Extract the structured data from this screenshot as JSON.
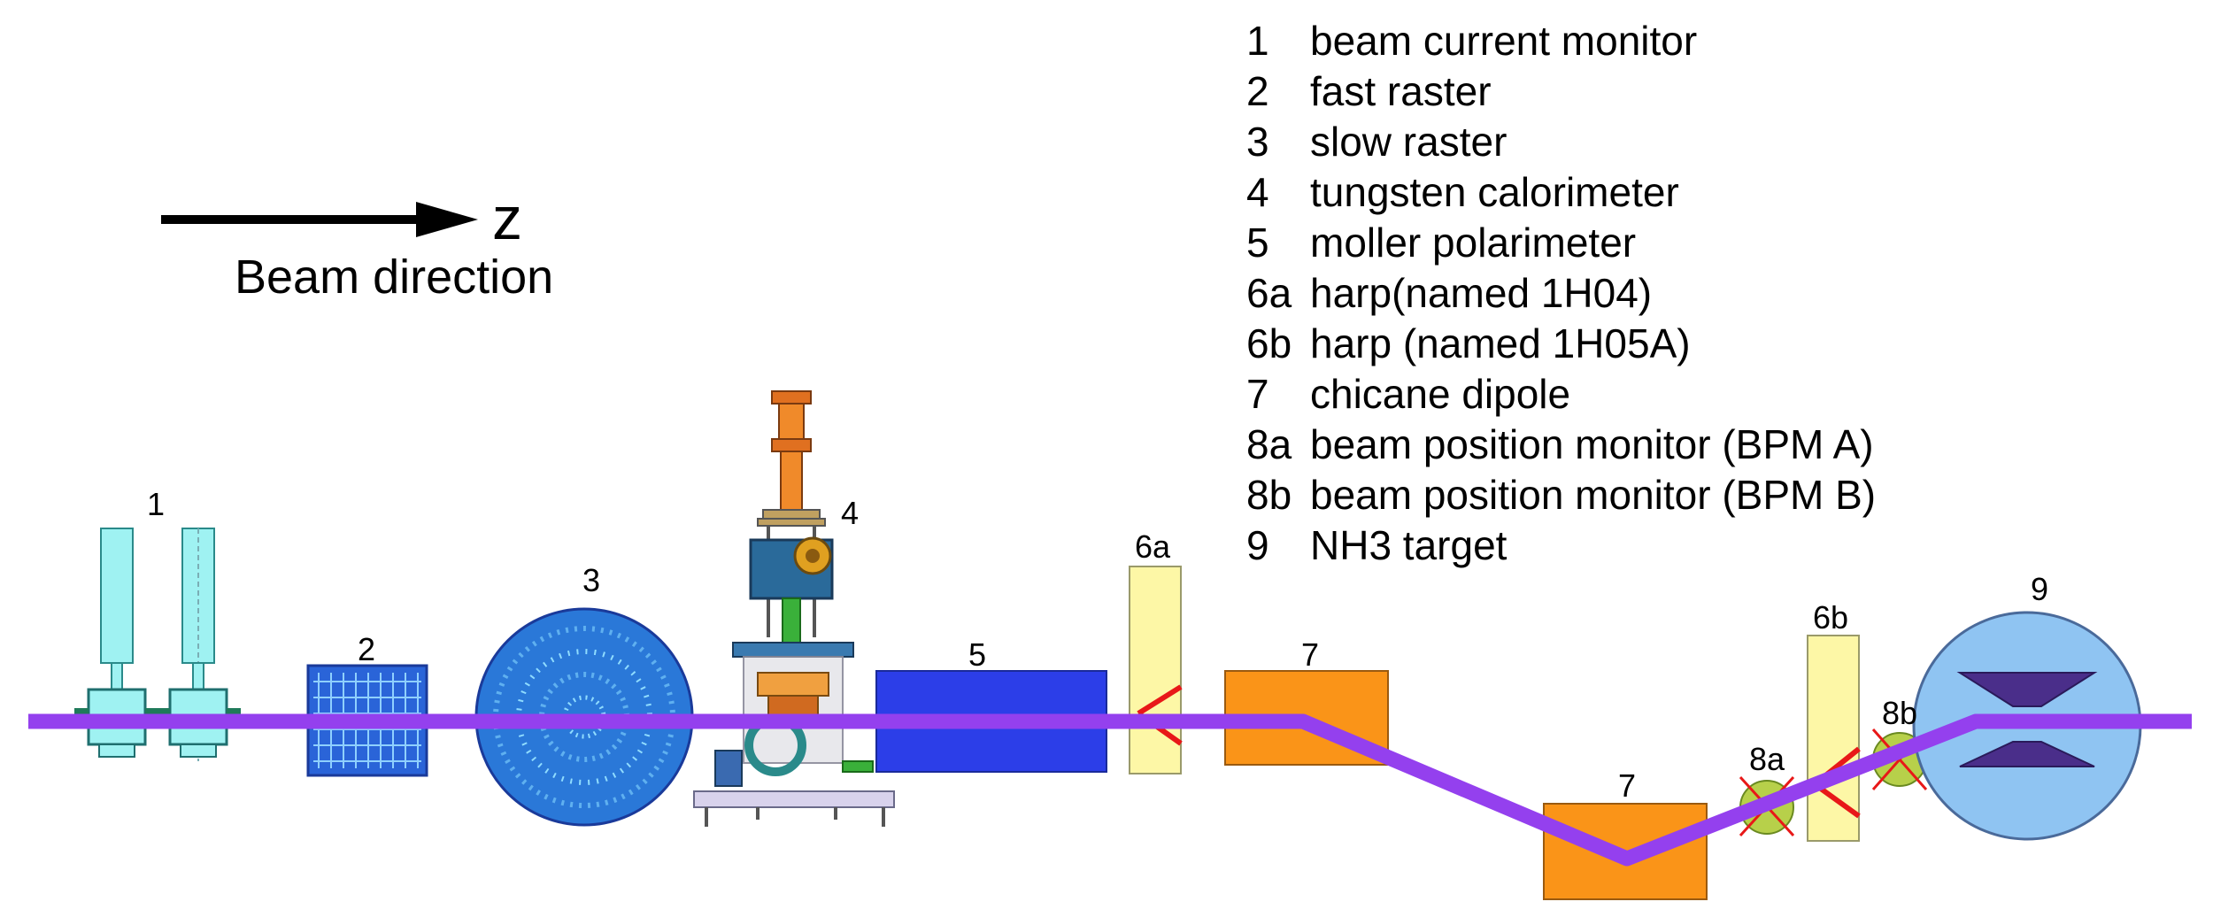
{
  "direction": {
    "axis": "z",
    "caption": "Beam direction"
  },
  "legend": [
    {
      "key": "1",
      "text": "beam current monitor"
    },
    {
      "key": "2",
      "text": "fast raster"
    },
    {
      "key": "3",
      "text": "slow raster"
    },
    {
      "key": "4",
      "text": "tungsten calorimeter"
    },
    {
      "key": "5",
      "text": "moller polarimeter"
    },
    {
      "key": "6a",
      "text": "harp(named 1H04)"
    },
    {
      "key": "6b",
      "text": "harp (named 1H05A)"
    },
    {
      "key": "7",
      "text": "chicane dipole"
    },
    {
      "key": "8a",
      "text": "beam position monitor (BPM A)"
    },
    {
      "key": "8b",
      "text": "beam position monitor (BPM B)"
    },
    {
      "key": "9",
      "text": "NH3 target"
    }
  ],
  "labels": {
    "bcm": "1",
    "fast_raster": "2",
    "slow_raster": "3",
    "calorimeter": "4",
    "moller": "5",
    "harp_a": "6a",
    "harp_b": "6b",
    "dipole_1": "7",
    "dipole_2": "7",
    "bpm_a": "8a",
    "bpm_b": "8b",
    "target": "9"
  },
  "colors": {
    "beam": "#9440ee",
    "bcm": "#9ff2f2",
    "raster": "#2a64d8",
    "moller": "#2c3ee8",
    "harp": "#fdf7a6",
    "harp_cross": "#e81818",
    "dipole": "#fa9418",
    "bpm": "#b7d04a",
    "target": "#8fc4f2",
    "target_core": "#4a2e8a"
  }
}
